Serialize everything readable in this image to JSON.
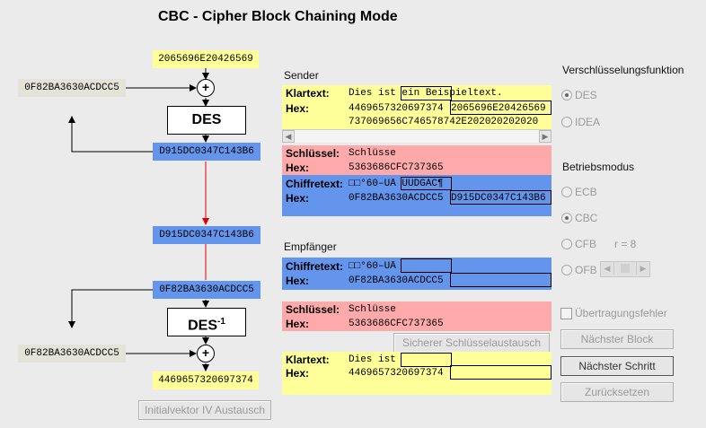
{
  "title": "CBC - Cipher Block Chaining Mode",
  "diagram": {
    "enc_input": "2065696E20426569",
    "enc_iv": "0F82BA3630ACDCC5",
    "enc_des": "DES",
    "enc_output": "D915DC0347C143B6",
    "dec_input": "D915DC0347C143B6",
    "dec_prev": "0F82BA3630ACDCC5",
    "dec_des": "DES",
    "dec_des_sup": "-1",
    "dec_iv": "0F82BA3630ACDCC5",
    "dec_output": "4469657320697374",
    "xor_symbol": "+",
    "iv_exchange_button": "Initialvektor IV Austausch"
  },
  "sender": {
    "heading": "Sender",
    "plaintext_label": "Klartext:",
    "plaintext_value": "Dies ist ein Beispieltext.",
    "hex_label": "Hex:",
    "hex_line1": "4469657320697374",
    "hex_line1_b": "2065696E20426569",
    "hex_line2": "737069656C746578742E202020202020",
    "key_label": "Schlüssel:",
    "key_value": "Schlüsse",
    "key_hex_label": "Hex:",
    "key_hex": "5363686CFC737365",
    "cipher_label": "Chiffretext:",
    "cipher_value": "□□°60–ÜÅ ÙÜDGÁC¶",
    "cipher_hex_label": "Hex:",
    "cipher_hex": "0F82BA3630ACDCC5",
    "cipher_hex_b": "D915DC0347C143B6"
  },
  "receiver": {
    "heading": "Empfänger",
    "cipher_label": "Chiffretext:",
    "cipher_value": "□□°60–ÜÅ",
    "cipher_hex_label": "Hex:",
    "cipher_hex": "0F82BA3630ACDCC5",
    "key_label": "Schlüssel:",
    "key_value": "Schlüsse",
    "key_hex_label": "Hex:",
    "key_hex": "5363686CFC737365",
    "key_exchange_button": "Sicherer Schlüsselaustausch",
    "plaintext_label": "Klartext:",
    "plaintext_value": "Dies ist",
    "hex_label": "Hex:",
    "hex_value": "4469657320697374"
  },
  "options": {
    "enc_function_heading": "Verschlüsselungsfunktion",
    "enc_functions": [
      "DES",
      "IDEA"
    ],
    "enc_selected": "DES",
    "mode_heading": "Betriebsmodus",
    "modes": [
      "ECB",
      "CBC",
      "CFB",
      "OFB"
    ],
    "mode_selected": "CBC",
    "r_label": "r = 8",
    "transmission_error_label": "Übertragungsfehler",
    "next_block_button": "Nächster Block",
    "next_step_button": "Nächster Schritt",
    "reset_button": "Zurücksetzen"
  },
  "colors": {
    "yellow": "#ffff99",
    "blue": "#6495ed",
    "pink": "#ffaaaa",
    "grey_box": "#e3e3d8",
    "arrow_red": "#e00000"
  }
}
